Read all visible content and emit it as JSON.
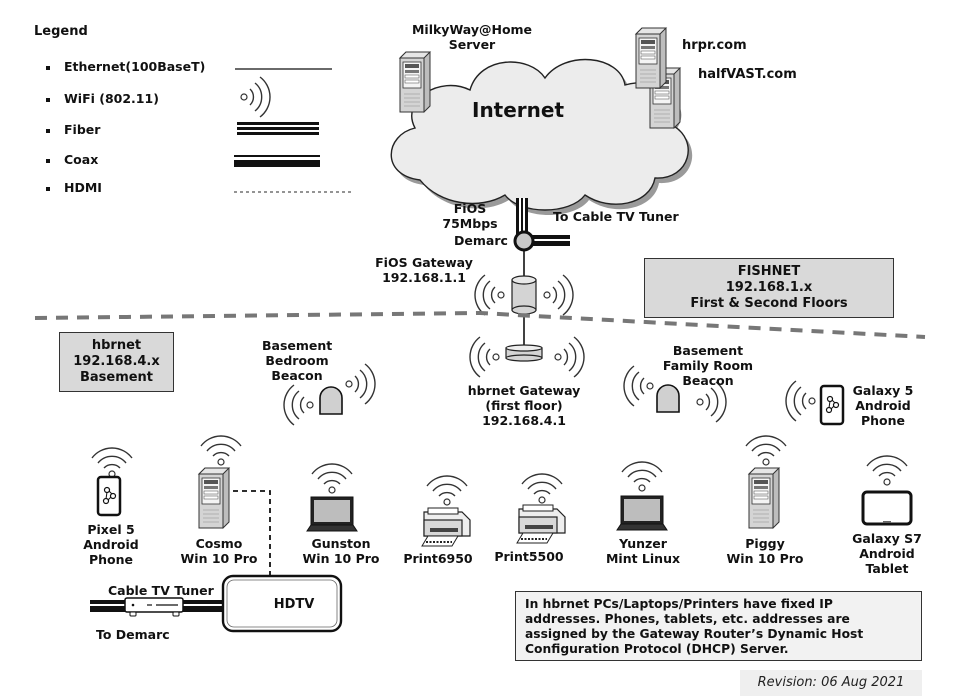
{
  "legend": {
    "title": "Legend",
    "items": [
      {
        "label": "Ethernet(100BaseT)",
        "symbol": "thin-solid-line"
      },
      {
        "label": "WiFi (802.11)",
        "symbol": "wifi-arcs"
      },
      {
        "label": "Fiber",
        "symbol": "triple-thick-line"
      },
      {
        "label": "Coax",
        "symbol": "coax-double-line"
      },
      {
        "label": "HDMI",
        "symbol": "dashed-line"
      }
    ]
  },
  "internet": {
    "label": "Internet",
    "servers": [
      {
        "line1": "MilkyWay@Home",
        "line2": "Server"
      },
      {
        "line1": "hrpr.com"
      },
      {
        "line1": "halfVAST.com"
      }
    ]
  },
  "fios": {
    "link_line1": "FiOS",
    "link_line2": "75Mbps",
    "demarc": "Demarc",
    "to_cable": "To Cable TV Tuner",
    "gateway_line1": "FiOS Gateway",
    "gateway_line2": "192.168.1.1"
  },
  "networks": {
    "fishnet": {
      "line1": "FISHNET",
      "line2": "192.168.1.x",
      "line3": "First & Second Floors"
    },
    "hbrnet": {
      "line1": "hbrnet",
      "line2": "192.168.4.x",
      "line3": "Basement"
    }
  },
  "beacons": {
    "bedroom": {
      "line1": "Basement",
      "line2": "Bedroom",
      "line3": "Beacon"
    },
    "family": {
      "line1": "Basement",
      "line2": "Family Room",
      "line3": "Beacon"
    }
  },
  "hbrnet_gateway": {
    "line1": "hbrnet  Gateway",
    "line2": "(first floor)",
    "line3": "192.168.4.1"
  },
  "devices": [
    {
      "line1": "Pixel 5",
      "line2": "Android",
      "line3": "Phone",
      "type": "phone"
    },
    {
      "line1": "Cosmo",
      "line2": "Win 10 Pro",
      "type": "tower"
    },
    {
      "line1": "Gunston",
      "line2": "Win 10 Pro",
      "type": "laptop"
    },
    {
      "line1": "Print6950",
      "type": "printer"
    },
    {
      "line1": "Print5500",
      "type": "printer"
    },
    {
      "line1": "Yunzer",
      "line2": "Mint  Linux",
      "type": "laptop"
    },
    {
      "line1": "Piggy",
      "line2": "Win 10 Pro",
      "type": "tower"
    },
    {
      "line1": "Galaxy 5",
      "line2": "Android",
      "line3": "Phone",
      "type": "phone"
    },
    {
      "line1": "Galaxy S7",
      "line2": "Android",
      "line3": "Tablet",
      "type": "tablet"
    }
  ],
  "tv": {
    "hdtv": "HDTV",
    "tuner": "Cable TV Tuner",
    "to_demarc": "To Demarc"
  },
  "note": "In hbrnet PCs/Laptops/Printers have fixed IP addresses. Phones, tablets, etc. addresses are assigned by the Gateway Router’s Dynamic Host Configuration Protocol (DHCP) Server.",
  "revision": "Revision:  06 Aug 2021"
}
